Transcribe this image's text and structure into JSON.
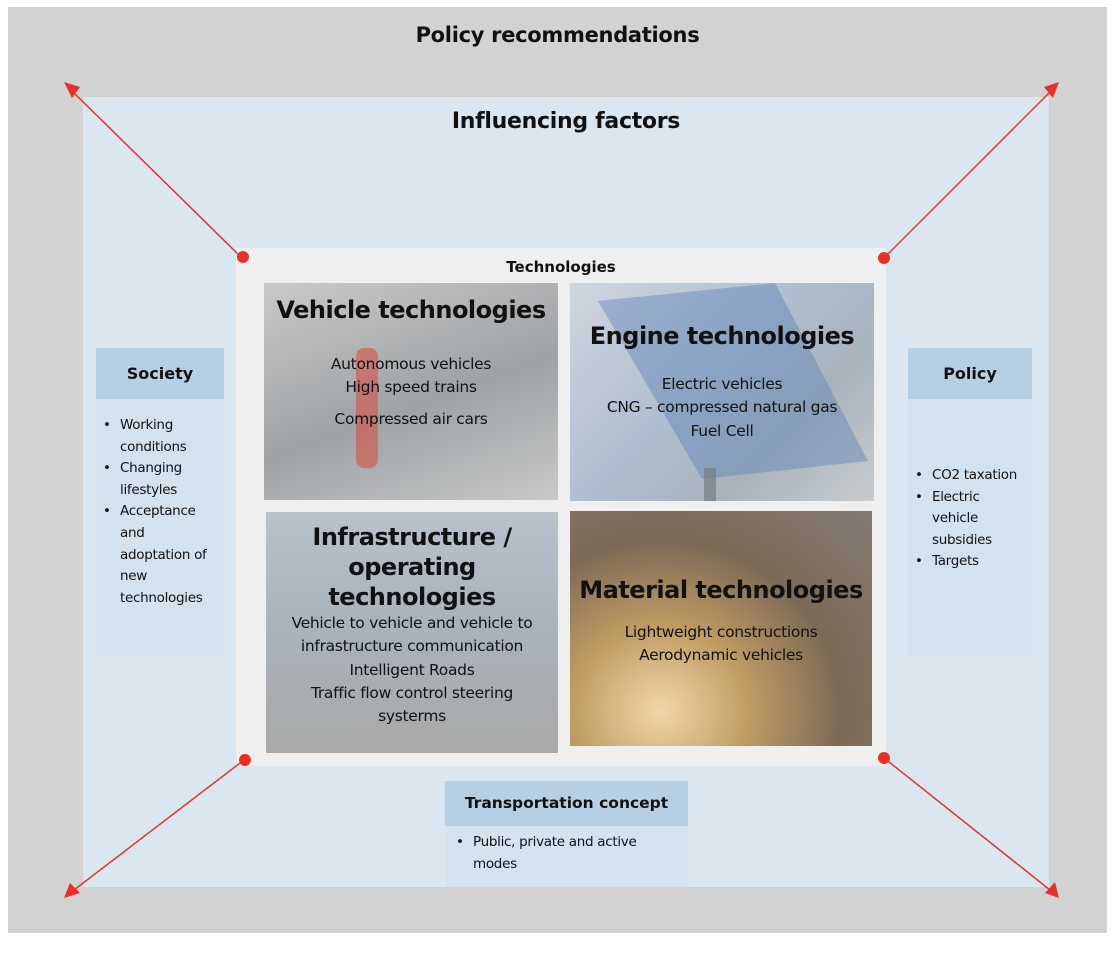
{
  "outer": {
    "title": "Policy recommendations"
  },
  "influence": {
    "title": "Influencing factors"
  },
  "technologies": {
    "title": "Technologies",
    "tiles": [
      {
        "heading": "Vehicle technologies",
        "items": [
          "Autonomous vehicles",
          "High speed trains",
          "Compressed air cars"
        ]
      },
      {
        "heading": "Engine technologies",
        "items": [
          "Electric vehicles",
          "CNG – compressed natural gas",
          "Fuel Cell"
        ]
      },
      {
        "heading_line1": "Infrastructure / operating",
        "heading_line2": "technologies",
        "items": [
          "Vehicle to vehicle and vehicle to",
          "infrastructure communication",
          "Intelligent Roads",
          "Traffic flow control steering",
          "systerms"
        ]
      },
      {
        "heading": "Material technologies",
        "items": [
          "Lightweight constructions",
          "Aerodynamic vehicles"
        ]
      }
    ]
  },
  "society": {
    "title": "Society",
    "lines": [
      "Working",
      "conditions",
      "Changing",
      "lifestyles",
      "Acceptance",
      "and",
      "adoptation of",
      "new",
      "technologies"
    ]
  },
  "policy": {
    "title": "Policy",
    "lines": [
      "CO2 taxation",
      "Electric",
      "vehicle",
      "subsidies",
      "Targets"
    ]
  },
  "transport": {
    "title": "Transportation concept",
    "lines": [
      "Public, private and active",
      "modes"
    ]
  },
  "colors": {
    "arrow": "#e8302a",
    "outer_bg": "#d2d2d2",
    "influence_bg": "#dbe7f0",
    "box_head": "#b7cfe3",
    "box_body": "#d2e2ef"
  }
}
